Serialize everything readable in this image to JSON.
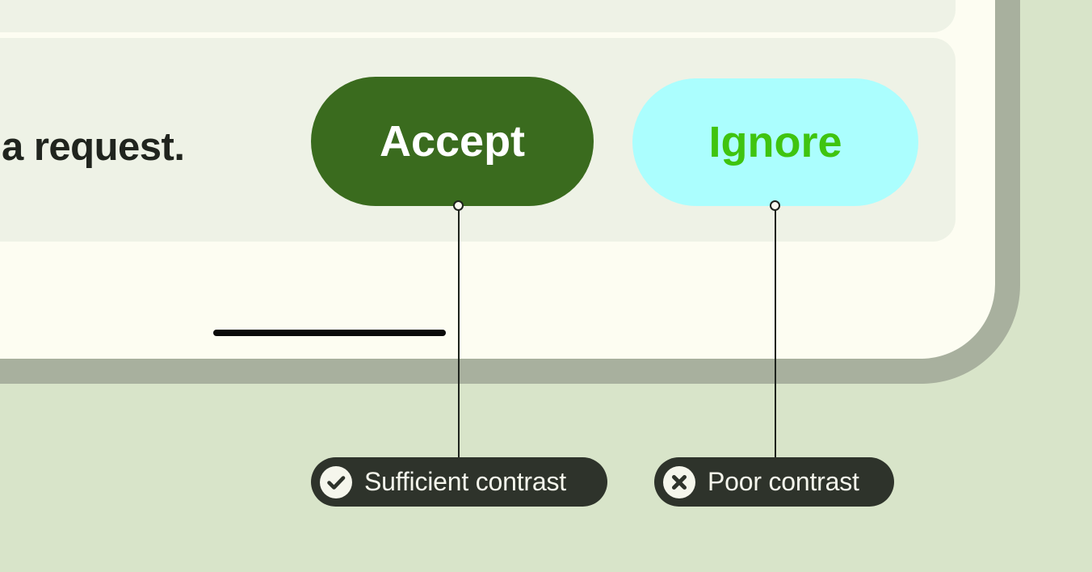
{
  "colors": {
    "page_bg": "#D8E4C9",
    "frame_border": "#A8B09E",
    "card_bg": "#FDFDF2",
    "panel_bg": "#EEF2E6",
    "heading_text": "#20241E",
    "accept_bg": "#3A6B1E",
    "accept_text": "#FFFFFF",
    "ignore_bg": "#ABFEFE",
    "ignore_text": "#3FC40F",
    "label_bg": "#2E332B",
    "label_text": "#F5F6EC",
    "line_color": "#1E231D"
  },
  "card": {
    "truncated_text": "a request.",
    "buttons": [
      {
        "label": "Accept",
        "contrast": "sufficient"
      },
      {
        "label": "Ignore",
        "contrast": "poor"
      }
    ]
  },
  "annotations": [
    {
      "icon": "check-icon",
      "label": "Sufficient contrast"
    },
    {
      "icon": "x-icon",
      "label": "Poor contrast"
    }
  ]
}
